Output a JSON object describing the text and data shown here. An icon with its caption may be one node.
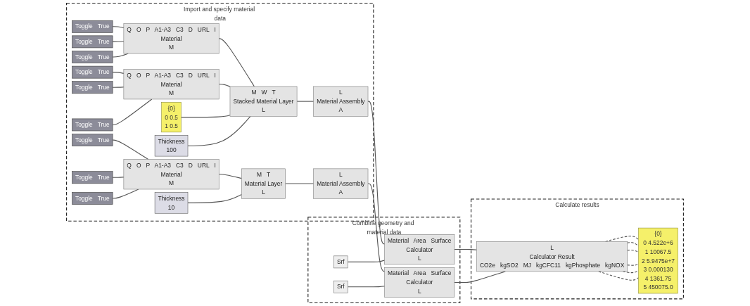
{
  "diagram": {
    "nodes": [
      {
        "text": [
          "Import and specify material data"
        ]
      },
      {
        "text": [
          "Combine geometry and material data"
        ]
      },
      {
        "text": [
          "Calculate results"
        ]
      },
      {
        "text": [
          "Q",
          "O",
          "P",
          "A1-A3",
          "C3",
          "D",
          "URL",
          "I",
          "Material",
          "M"
        ],
        "in": 0
      },
      {
        "text": [
          "Toggle",
          "True"
        ],
        "in": 0
      },
      {
        "text": [
          "Toggle",
          "True"
        ],
        "in": 0
      },
      {
        "text": [
          "Toggle",
          "True"
        ],
        "in": 0
      },
      {
        "text": [
          "Q",
          "O",
          "P",
          "A1-A3",
          "C3",
          "D",
          "URL",
          "I",
          "Material",
          "M"
        ],
        "in": 0
      },
      {
        "text": [
          "Toggle",
          "True"
        ],
        "in": 0
      },
      {
        "text": [
          "Toggle",
          "True"
        ],
        "in": 0
      },
      {
        "text": [
          "Toggle",
          "True"
        ],
        "in": 0
      },
      {
        "text": [
          "{0}",
          "0 0.5",
          "1 0.5"
        ],
        "in": 0
      },
      {
        "text": [
          "Thickness",
          "100"
        ],
        "in": 0
      },
      {
        "text": [
          "M",
          "W",
          "T",
          "Stacked Material Layer",
          "L"
        ],
        "in": 0
      },
      {
        "text": [
          "L",
          "Material Assembly",
          "A"
        ],
        "in": 0
      },
      {
        "text": [
          "Q",
          "O",
          "P",
          "A1-A3",
          "C3",
          "D",
          "URL",
          "I",
          "Material",
          "M"
        ],
        "in": 0
      },
      {
        "text": [
          "Toggle",
          "True"
        ],
        "in": 0
      },
      {
        "text": [
          "Toggle",
          "True"
        ],
        "in": 0
      },
      {
        "text": [
          "Toggle",
          "True"
        ],
        "in": 0
      },
      {
        "text": [
          "Thickness",
          "10"
        ],
        "in": 0
      },
      {
        "text": [
          "M",
          "T",
          "Material Layer",
          "L"
        ],
        "in": 0
      },
      {
        "text": [
          "L",
          "Material Assembly",
          "A"
        ],
        "in": 0
      },
      {
        "text": [
          "Material",
          "Area",
          "Surface",
          "Calculator",
          "L"
        ],
        "in": 1
      },
      {
        "text": [
          "Srf"
        ],
        "in": 1
      },
      {
        "text": [
          "Material",
          "Area",
          "Surface",
          "Calculator",
          "L"
        ],
        "in": 1
      },
      {
        "text": [
          "Srf"
        ],
        "in": 1
      },
      {
        "text": [
          "L",
          "Calculator Result",
          "CO2e",
          "kgSO2",
          "MJ",
          "kgCFC11",
          "kgPhosphate",
          "kgNOX"
        ],
        "in": 2
      },
      {
        "text": [
          "{0}",
          "0 4.522e+6",
          "1 10067.5",
          "2 5.9475e+7",
          "3 0.000130",
          "4 1361.75",
          "5 450075.0"
        ],
        "in": 2
      }
    ],
    "edges": [
      {
        "from": 4,
        "to": 3,
        "arrow": "none"
      },
      {
        "from": 5,
        "to": 3,
        "arrow": "none"
      },
      {
        "from": 6,
        "to": 3,
        "arrow": "none"
      },
      {
        "from": 8,
        "to": 7,
        "arrow": "none"
      },
      {
        "from": 9,
        "to": 7,
        "arrow": "none"
      },
      {
        "from": 10,
        "to": 7,
        "arrow": "none"
      },
      {
        "from": 3,
        "to": 13,
        "arrow": "none"
      },
      {
        "from": 7,
        "to": 13,
        "arrow": "none"
      },
      {
        "from": 11,
        "to": 13,
        "arrow": "none"
      },
      {
        "from": 12,
        "to": 13,
        "arrow": "none"
      },
      {
        "from": 13,
        "to": 14,
        "arrow": "none"
      },
      {
        "from": 16,
        "to": 15,
        "arrow": "none"
      },
      {
        "from": 17,
        "to": 15,
        "arrow": "none"
      },
      {
        "from": 18,
        "to": 15,
        "arrow": "none"
      },
      {
        "from": 15,
        "to": 20,
        "arrow": "none"
      },
      {
        "from": 19,
        "to": 20,
        "arrow": "none"
      },
      {
        "from": 20,
        "to": 21,
        "arrow": "none"
      },
      {
        "from": 14,
        "to": 22,
        "arrow": "none"
      },
      {
        "from": 23,
        "to": 22,
        "arrow": "none"
      },
      {
        "from": 21,
        "to": 24,
        "arrow": "none"
      },
      {
        "from": 25,
        "to": 24,
        "arrow": "none"
      },
      {
        "from": 22,
        "to": 26,
        "arrow": "none"
      },
      {
        "from": 24,
        "to": 26,
        "arrow": "none"
      },
      {
        "from": 26,
        "to": 27,
        "arrow": "none",
        "style": "dashed"
      },
      {
        "from": 26,
        "to": 27,
        "arrow": "none",
        "style": "dashed"
      },
      {
        "from": 26,
        "to": 27,
        "arrow": "none",
        "style": "dashed"
      },
      {
        "from": 26,
        "to": 27,
        "arrow": "none",
        "style": "dashed"
      },
      {
        "from": 26,
        "to": 27,
        "arrow": "none",
        "style": "dashed"
      },
      {
        "from": 26,
        "to": 27,
        "arrow": "none",
        "style": "dashed"
      }
    ]
  }
}
